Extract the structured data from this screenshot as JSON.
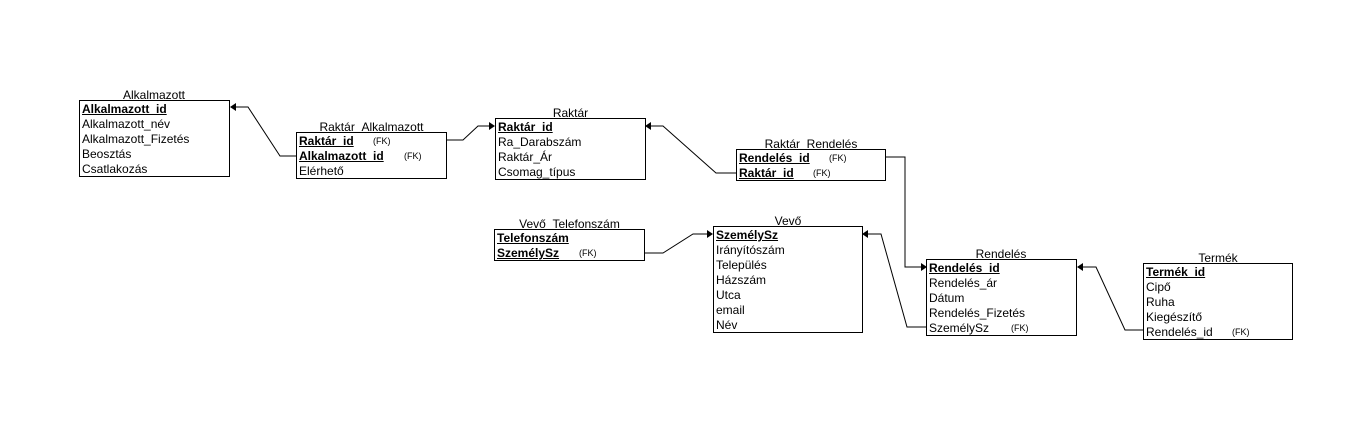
{
  "entities": {
    "alkalmazott": {
      "title": "Alkalmazott",
      "attrs": [
        {
          "name": "Alkalmazott_id",
          "pk": true
        },
        {
          "name": "Alkalmazott_név"
        },
        {
          "name": "Alkalmazott_Fizetés"
        },
        {
          "name": "Beosztás"
        },
        {
          "name": "Csatlakozás"
        }
      ]
    },
    "raktar_alkalmazott": {
      "title": "Raktár_Alkalmazott",
      "attrs": [
        {
          "name": "Raktár_id",
          "pk": true,
          "fk": "(FK)"
        },
        {
          "name": "Alkalmazott_id",
          "pk": true,
          "fk": "(FK)"
        },
        {
          "name": "Elérhető"
        }
      ]
    },
    "raktar": {
      "title": "Raktár",
      "attrs": [
        {
          "name": "Raktár_id",
          "pk": true
        },
        {
          "name": "Ra_Darabszám"
        },
        {
          "name": "Raktár_Ár"
        },
        {
          "name": "Csomag_típus"
        }
      ]
    },
    "raktar_rendeles": {
      "title": "Raktár_Rendelés",
      "attrs": [
        {
          "name": "Rendelés_id",
          "pk": true,
          "fk": "(FK)"
        },
        {
          "name": "Raktár_id",
          "pk": true,
          "fk": "(FK)"
        }
      ]
    },
    "vevo_telefonszam": {
      "title": "Vevő_Telefonszám",
      "attrs": [
        {
          "name": "Telefonszám",
          "pk": true
        },
        {
          "name": "SzemélySz",
          "pk": true,
          "fk": "(FK)"
        }
      ]
    },
    "vevo": {
      "title": "Vevő",
      "attrs": [
        {
          "name": "SzemélySz",
          "pk": true
        },
        {
          "name": "Irányítószám"
        },
        {
          "name": "Település"
        },
        {
          "name": "Házszám"
        },
        {
          "name": "Utca"
        },
        {
          "name": "email"
        },
        {
          "name": "Név"
        }
      ]
    },
    "rendeles": {
      "title": "Rendelés",
      "attrs": [
        {
          "name": "Rendelés_id",
          "pk": true
        },
        {
          "name": "Rendelés_ár"
        },
        {
          "name": "Dátum"
        },
        {
          "name": "Rendelés_Fizetés"
        },
        {
          "name": "SzemélySz",
          "fk": "(FK)"
        }
      ]
    },
    "termek": {
      "title": "Termék",
      "attrs": [
        {
          "name": "Termék_id",
          "pk": true
        },
        {
          "name": "Cipő"
        },
        {
          "name": "Ruha"
        },
        {
          "name": "Kiegészítő"
        },
        {
          "name": "Rendelés_id",
          "fk": "(FK)"
        }
      ]
    }
  },
  "relationships": [
    {
      "from": "raktar_alkalmazott",
      "to": "alkalmazott"
    },
    {
      "from": "raktar_alkalmazott",
      "to": "raktar"
    },
    {
      "from": "raktar_rendeles",
      "to": "raktar"
    },
    {
      "from": "raktar_rendeles",
      "to": "rendeles"
    },
    {
      "from": "vevo_telefonszam",
      "to": "vevo"
    },
    {
      "from": "rendeles",
      "to": "vevo"
    },
    {
      "from": "termek",
      "to": "rendeles"
    }
  ],
  "colors": {
    "line": "#000000",
    "box_border": "#000000",
    "background": "#ffffff"
  }
}
